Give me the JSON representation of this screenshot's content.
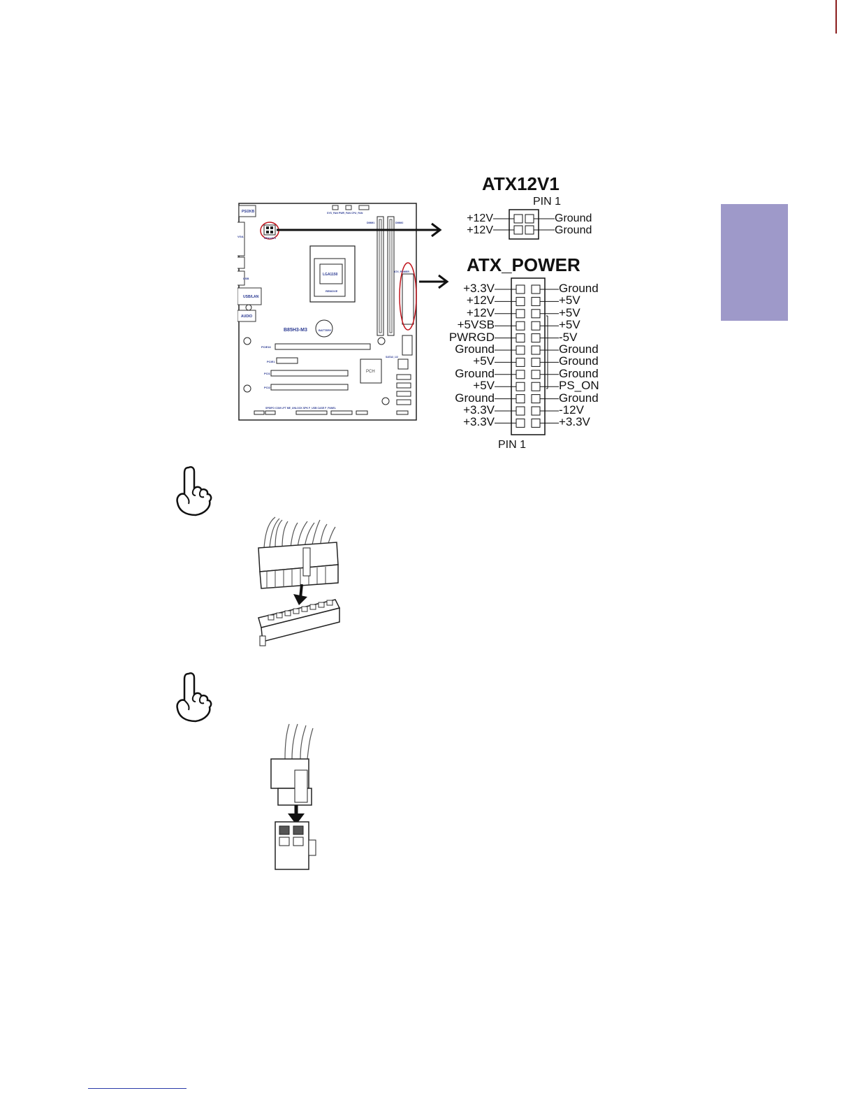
{
  "atx12v": {
    "title": "ATX12V1",
    "pin1": "PIN 1",
    "left": [
      "+12V",
      "+12V"
    ],
    "right": [
      "Ground",
      "Ground"
    ]
  },
  "atx_power": {
    "title": "ATX_POWER",
    "pin1": "PIN 1",
    "left": [
      "+3.3V",
      "+12V",
      "+12V",
      "+5VSB",
      "PWRGD",
      "Ground",
      "+5V",
      "Ground",
      "+5V",
      "Ground",
      "+3.3V",
      "+3.3V"
    ],
    "right": [
      "Ground",
      "+5V",
      "+5V",
      "+5V",
      "-5V",
      "Ground",
      "Ground",
      "Ground",
      "PS_ON",
      "Ground",
      "-12V",
      "+3.3V"
    ]
  },
  "board": {
    "model": "B85H3-M3",
    "socket": "LGA1150",
    "pch": "PCH",
    "battery": "BATTERY",
    "remove": "REMOVE",
    "ps2": "PS/2KB",
    "vga": "VGA",
    "usb": "USB",
    "usblan": "USB/LAN",
    "audio": "AUDIO",
    "atx12v": "ATX12V1",
    "atxpower": "ATX_POWER",
    "dimm1": "DIMM1",
    "dimm2": "DIMM2",
    "pcie16": "PCIE16",
    "pcie1": "PCIE1",
    "pci1": "PCI1",
    "pci2": "PCI2",
    "sata": "SATA3_1/2",
    "fans": "SYS_FAN  PWR_FAN  CPU_FAN",
    "bottom": "SPDIFO   COM   LPT   ME_UNLOCK   SPK   F_USB   CASE   F_PANEL"
  }
}
